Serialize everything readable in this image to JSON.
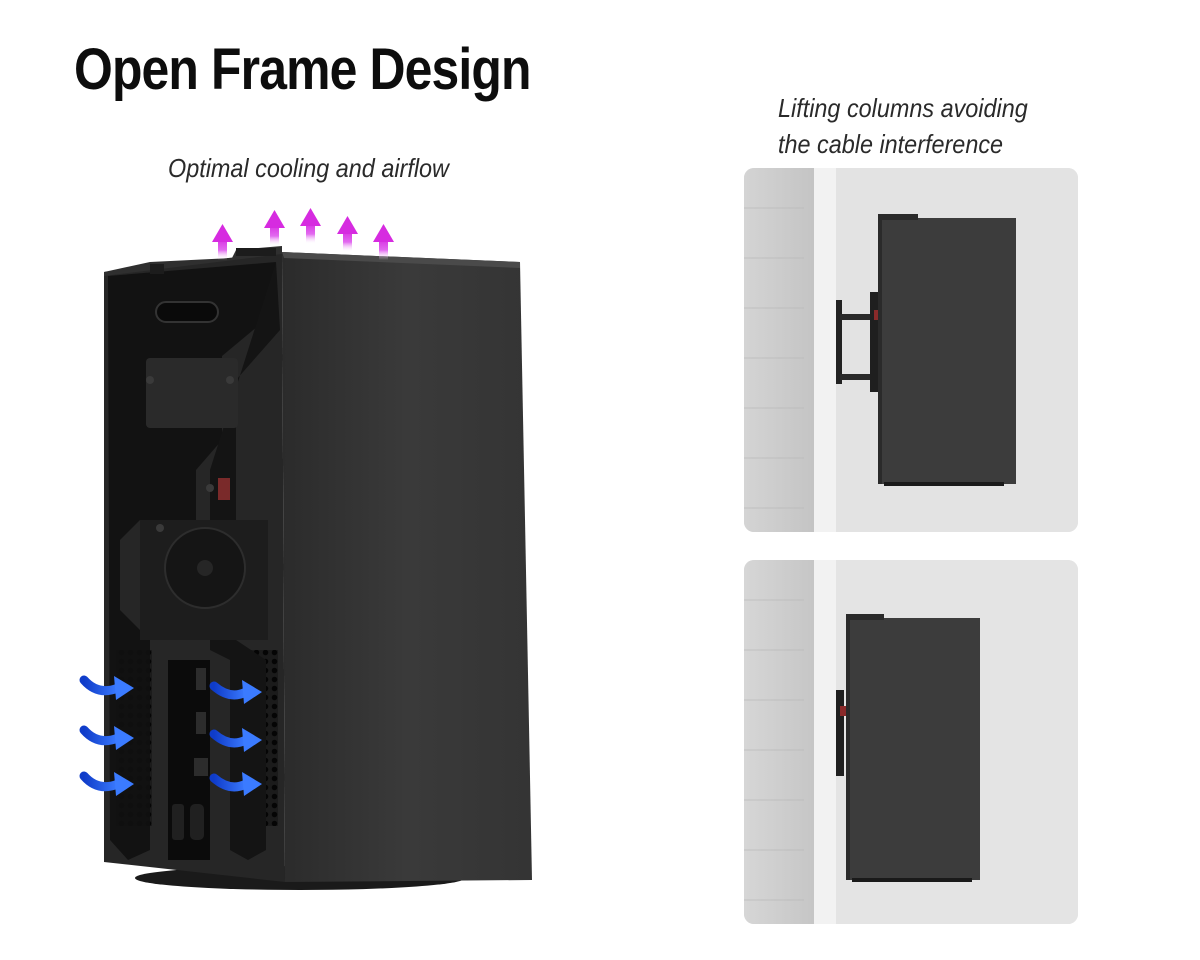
{
  "title": "Open Frame Design",
  "captions": {
    "cooling": "Optimal cooling and airflow",
    "lifting_line1": "Lifting columns avoiding",
    "lifting_line2": "the cable interference"
  },
  "colors": {
    "exhaust_arrows": "#e040e8",
    "intake_arrows": "#1f4fe0",
    "console_body": "#3a3a3a"
  },
  "panels": [
    {
      "name": "wall-mount-extended-view",
      "icon": "console-on-wall-arm-extended"
    },
    {
      "name": "wall-mount-retracted-view",
      "icon": "console-on-wall-arm-retracted"
    }
  ]
}
